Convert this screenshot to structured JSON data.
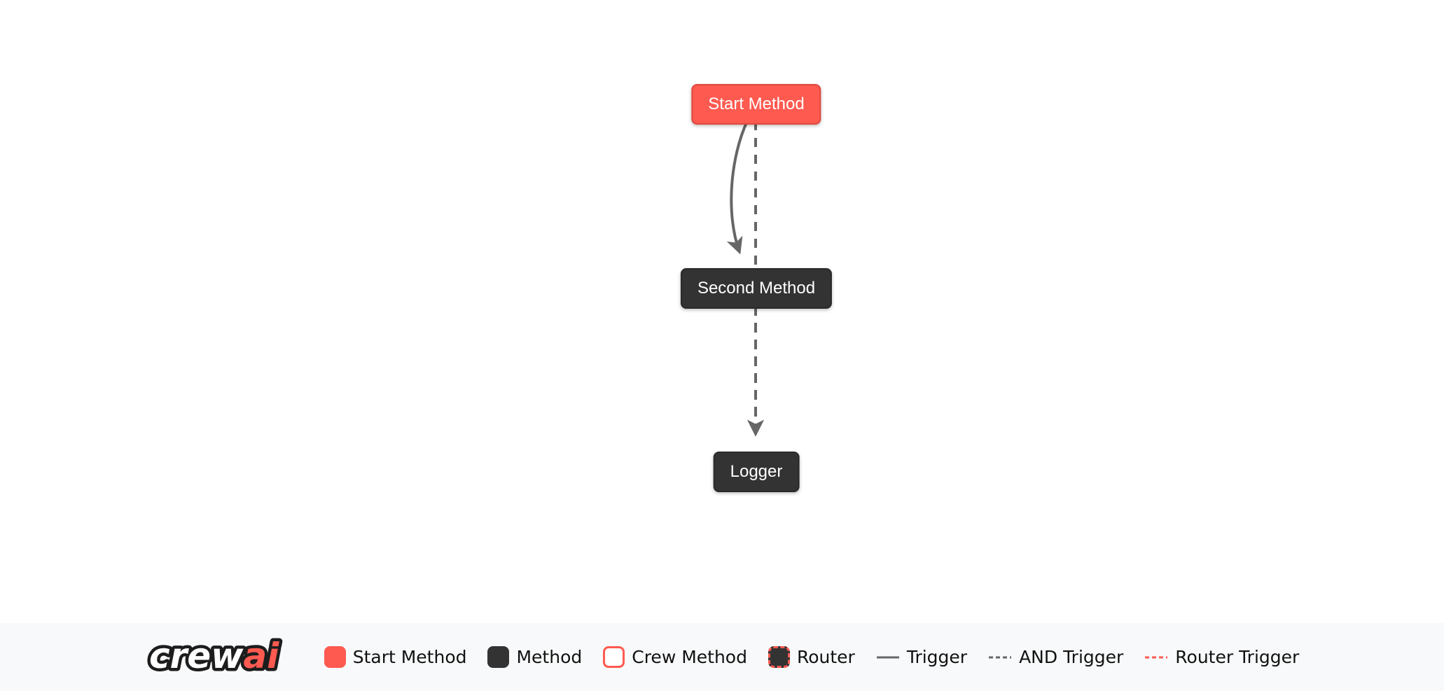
{
  "diagram": {
    "nodes": [
      {
        "label": "Start Method",
        "type": "start-method"
      },
      {
        "label": "Second Method",
        "type": "method"
      },
      {
        "label": "Logger",
        "type": "method"
      }
    ],
    "edges": [
      {
        "from": "Start Method",
        "to": "Second Method",
        "type": "trigger",
        "style": "solid-curved"
      },
      {
        "from": "Start Method",
        "to": "Logger",
        "type": "and-trigger",
        "style": "dashed"
      },
      {
        "from": "Second Method",
        "to": "Logger",
        "type": "and-trigger",
        "style": "dashed"
      }
    ]
  },
  "legend": {
    "logo": {
      "primary": "crew",
      "accent": "ai"
    },
    "items": [
      {
        "label": "Start Method",
        "swatch": "start-method-swatch"
      },
      {
        "label": "Method",
        "swatch": "method-swatch"
      },
      {
        "label": "Crew Method",
        "swatch": "crew-method-swatch"
      },
      {
        "label": "Router",
        "swatch": "router-swatch"
      },
      {
        "label": "Trigger",
        "swatch": "trigger-solid-line"
      },
      {
        "label": "AND Trigger",
        "swatch": "and-trigger-dashed-line"
      },
      {
        "label": "Router Trigger",
        "swatch": "router-trigger-dashed-red-line"
      }
    ]
  },
  "colors": {
    "accent": "#FF5A50",
    "accent_border": "#E0473D",
    "node_dark": "#333333",
    "edge_gray": "#666666",
    "canvas_background": "#FFFFFF",
    "legend_background": "#F8F9FA",
    "legend_text": "#111111",
    "node_text": "#FFFFFF"
  }
}
